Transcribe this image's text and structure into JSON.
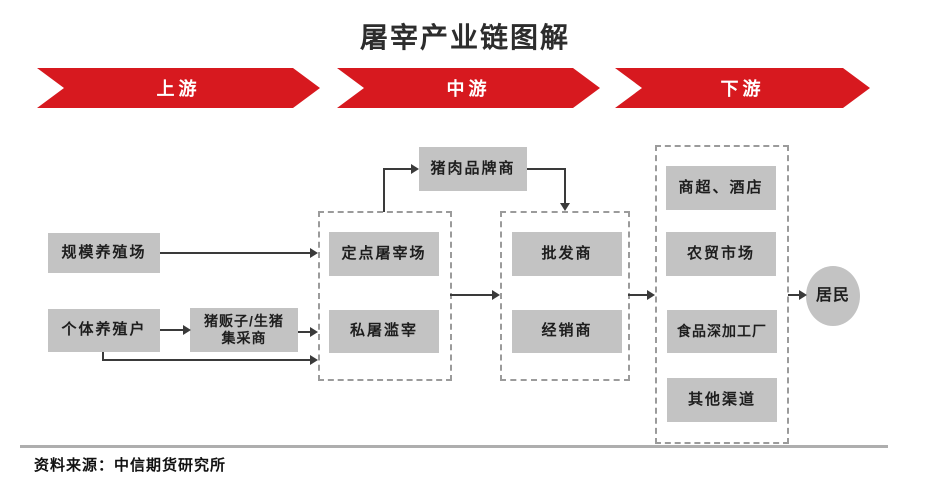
{
  "title": "屠宰产业链图解",
  "banners": {
    "upstream": "上游",
    "midstream": "中游",
    "downstream": "下游"
  },
  "nodes": {
    "scale_farm": "规模养殖场",
    "individual_farmer": "个体养殖户",
    "pig_dealer": "猪贩子/生猪\n集采商",
    "designated_slaughterhouse": "定点屠宰场",
    "illegal_slaughter": "私屠滥宰",
    "pork_brand": "猪肉品牌商",
    "wholesaler": "批发商",
    "distributor": "经销商",
    "supermarket_hotel": "商超、酒店",
    "farmers_market": "农贸市场",
    "food_processing_plant": "食品深加工厂",
    "other_channels": "其他渠道",
    "residents": "居民"
  },
  "source": "资料来源：中信期货研究所",
  "colors": {
    "banner_red": "#d7191f",
    "node_gray": "#c3c3c3",
    "line": "#3a3a3a",
    "dashed_border": "#9b9b9b",
    "divider": "#aeaeae"
  }
}
